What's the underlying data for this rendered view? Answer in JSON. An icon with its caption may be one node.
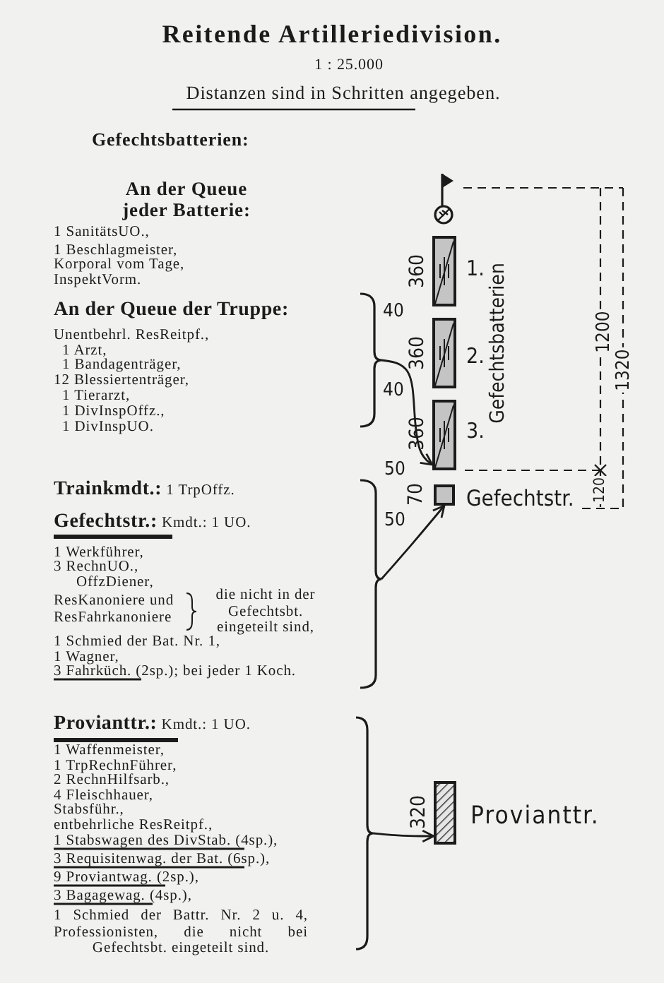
{
  "diagram": {
    "title": "Reitende Artilleriedivision.",
    "nodes": [
      {
        "text": [],
        "shape": "box",
        "beside": [
          "360",
          "1."
        ]
      },
      {
        "text": [],
        "shape": "box",
        "beside": [
          "360",
          "2."
        ]
      },
      {
        "text": [],
        "shape": "box",
        "beside": [
          "360",
          "3."
        ]
      },
      {
        "text": [
          "An der Queue der Truppe:",
          "Unentbehrl. ResReitpf.,",
          "1 Arzt,",
          "1 Bandagenträger,",
          "12 Blessiertenträger,",
          "1 Tierarzt,",
          "1 DivInspOffz.,",
          "1 DivInspUO."
        ]
      },
      {
        "text": [],
        "shape": "box",
        "beside": [
          "70",
          "Gefechtstr."
        ]
      },
      {
        "text": [
          "**Trainkmdt.:** 1 TrpOffz.",
          "**Gefechtstr.:** Kmdt.: 1 UO.",
          "1 Werkführer,",
          "3 RechnUO.,",
          "OffzDiener,",
          "ResKanoniere und ResFahrkanoniere",
          "die nicht in der Gefechtsbt. eingeteilt sind,",
          "1 Schmied der Bat. Nr. 1,",
          "1 Wagner,",
          "3 Fahrküch. (2sp.); bei jeder 1 Koch."
        ]
      },
      {
        "text": [],
        "shape": "box",
        "beside": [
          "320",
          "Provianttr."
        ]
      },
      {
        "text": [
          "**Provianttr.:** Kmdt.: 1 UO.",
          "1 Waffenmeister,",
          "1 TrpRechnFührer,",
          "2 RechnHilfsarb.,",
          "4 Fleischhauer,",
          "Stabsführ.,",
          "entbehrliche ResReitpf.,",
          "1 Stabswagen des DivStab. (4sp.),",
          "3 Requisitenwag. der Bat. (6sp.),",
          "9 Proviantwag. (2sp.),",
          "3 Bagagewag. (4sp.),",
          "1 Schmied der Battr. Nr. 2 u. 4, Professionisten, die nicht bei Gefechtsbt. eingeteilt sind."
        ]
      }
    ],
    "edges": [
      {
        "from": 3,
        "to": 2,
        "arrow": "to"
      },
      {
        "from": 5,
        "to": 4,
        "arrow": "to"
      },
      {
        "from": 7,
        "to": 6,
        "arrow": "to"
      }
    ],
    "labels": [
      "1 : 25.000",
      "Distanzen sind in Schritten angegeben.",
      "Gefechtsbatterien:",
      "An der Queue jeder Batterie:",
      "1 SanitätsUO.,",
      "1 Beschlagmeister,",
      "Korporal vom Tage,",
      "InspektVorm.",
      "40",
      "40",
      "Gefechtsbatterien",
      "1200",
      "1320",
      "120",
      "50",
      "50"
    ]
  }
}
